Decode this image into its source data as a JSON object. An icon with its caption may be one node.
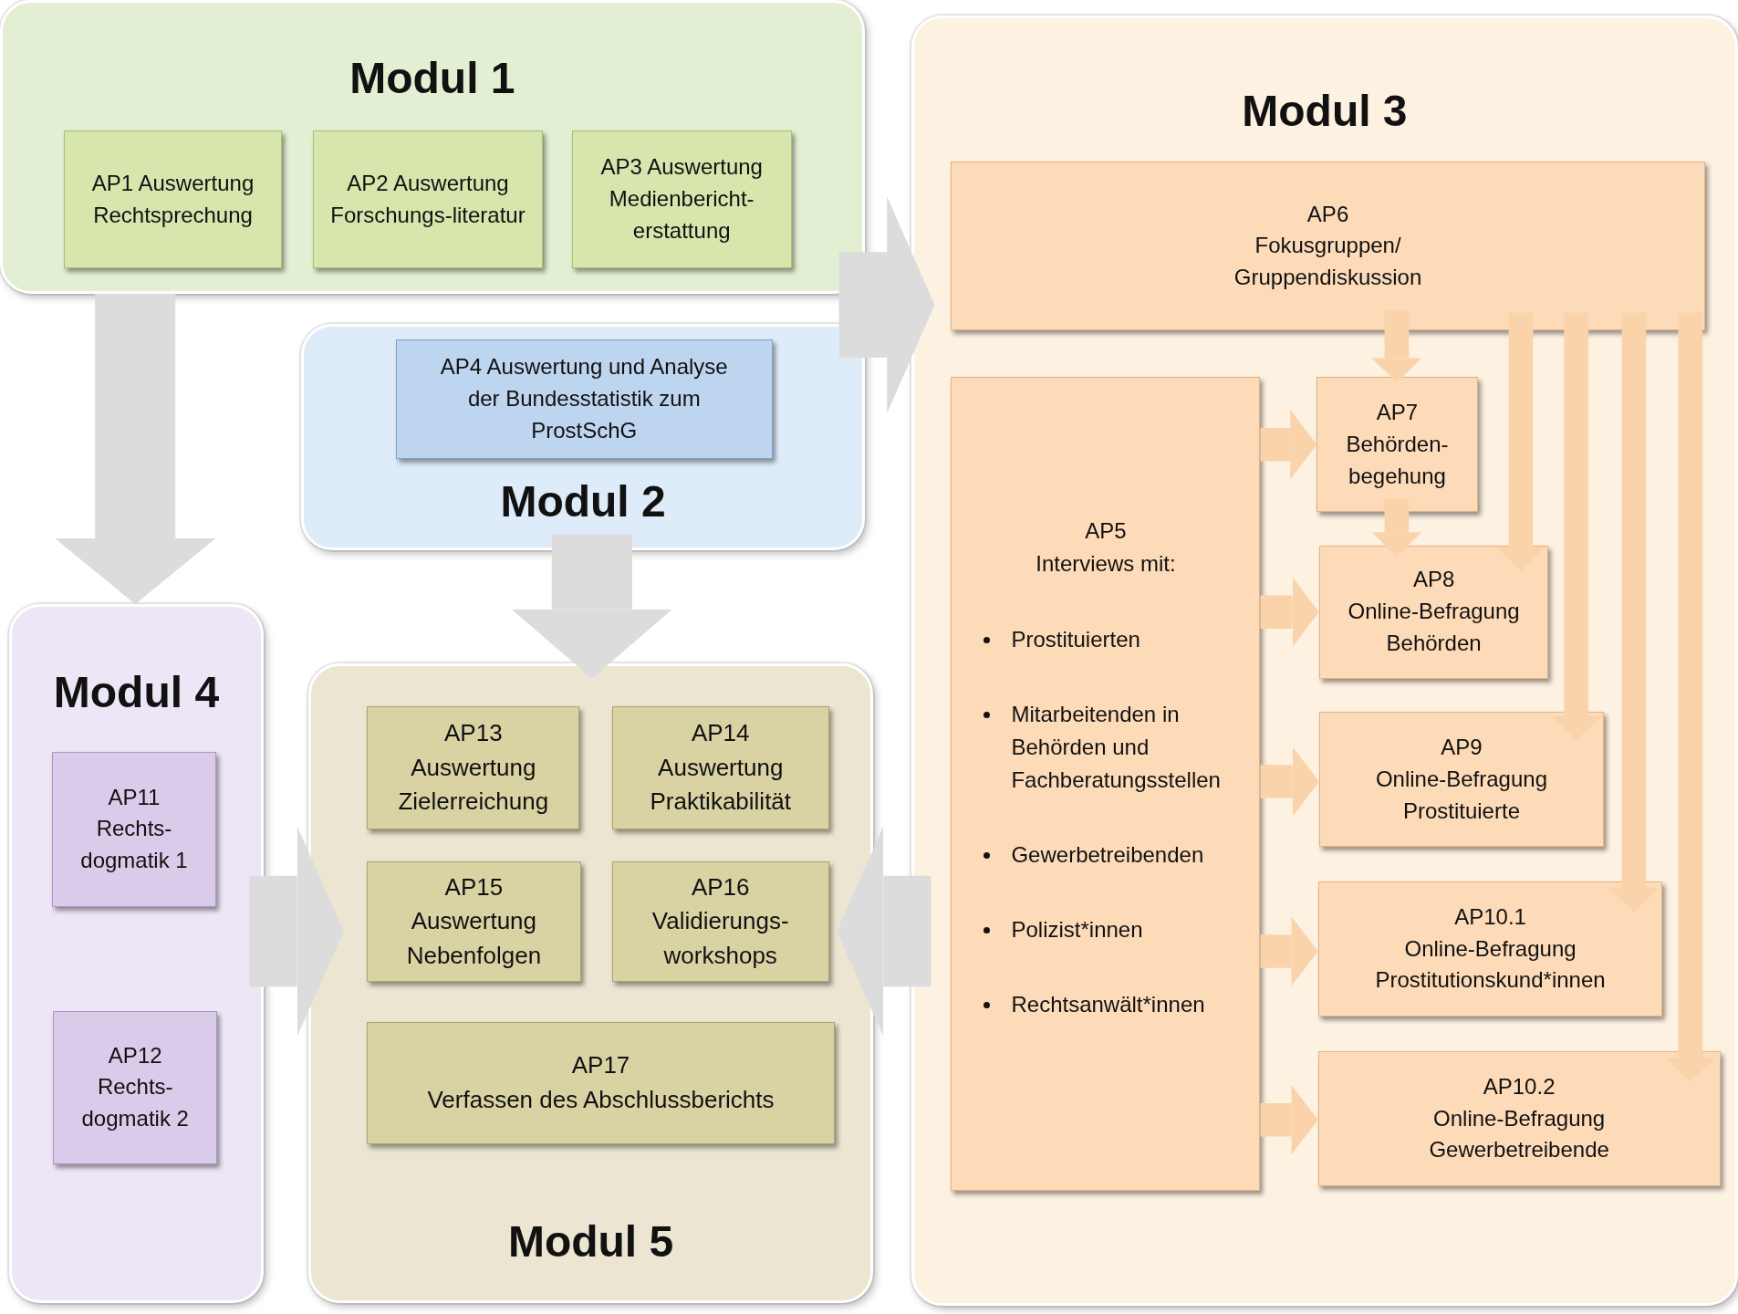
{
  "diagram": {
    "nodes": [
      {
        "text": [
          "Modul 1"
        ]
      },
      {
        "text": [
          "AP1 Auswertung Rechtsprechung"
        ],
        "in": 0
      },
      {
        "text": [
          "AP2 Auswertung Forschungs-literatur"
        ],
        "in": 0
      },
      {
        "text": [
          "AP3 Auswertung Medienbericht-erstattung"
        ],
        "in": 0
      },
      {
        "text": [
          "Modul 2"
        ]
      },
      {
        "text": [
          "AP4 Auswertung und Analyse der Bundesstatistik zum ProstSchG"
        ],
        "in": 4
      },
      {
        "text": [
          "Modul 3"
        ]
      },
      {
        "text": [
          "AP6",
          "Fokusgruppen/ Gruppendiskussion"
        ],
        "in": 6
      },
      {
        "text": [
          "AP5",
          "Interviews mit:",
          "Prostituierten",
          "Mitarbeitenden in Behörden und Fachberatungsstellen",
          "Gewerbetreibenden",
          "Polizist*innen",
          "Rechtsanwält*innen"
        ],
        "in": 6
      },
      {
        "text": [
          "AP7",
          "Behörden-begehung"
        ],
        "in": 6
      },
      {
        "text": [
          "AP8",
          "Online-Befragung Behörden"
        ],
        "in": 6
      },
      {
        "text": [
          "AP9",
          "Online-Befragung Prostituierte"
        ],
        "in": 6
      },
      {
        "text": [
          "AP10.1",
          "Online-Befragung Prostitutionskund*innen"
        ],
        "in": 6
      },
      {
        "text": [
          "AP10.2",
          "Online-Befragung Gewerbetreibende"
        ],
        "in": 6
      },
      {
        "text": [
          "Modul 4"
        ]
      },
      {
        "text": [
          "AP11",
          "Rechts-dogmatik 1"
        ],
        "in": 14
      },
      {
        "text": [
          "AP12",
          "Rechts-dogmatik 2"
        ],
        "in": 14
      },
      {
        "text": [
          "Modul 5"
        ]
      },
      {
        "text": [
          "AP13",
          "Auswertung Zielerreichung"
        ],
        "in": 17
      },
      {
        "text": [
          "AP14",
          "Auswertung Praktikabilität"
        ],
        "in": 17
      },
      {
        "text": [
          "AP15",
          "Auswertung Nebenfolgen"
        ],
        "in": 17
      },
      {
        "text": [
          "AP16",
          "Validierungs-workshops"
        ],
        "in": 17
      },
      {
        "text": [
          "AP17",
          "Verfassen des Abschlussberichts"
        ],
        "in": 17
      }
    ],
    "edges": [
      {
        "from": 0,
        "to": 14,
        "arrow": "to",
        "style": "thick",
        "color": "#dcdcdc"
      },
      {
        "from": 0,
        "to": 6,
        "arrow": "to",
        "style": "thick",
        "color": "#dcdcdc"
      },
      {
        "from": 4,
        "to": 6,
        "arrow": "to",
        "style": "thick",
        "color": "#dcdcdc"
      },
      {
        "from": 4,
        "to": 17,
        "arrow": "to",
        "style": "thick",
        "color": "#dcdcdc"
      },
      {
        "from": 14,
        "to": 17,
        "arrow": "to",
        "style": "thick",
        "color": "#dcdcdc"
      },
      {
        "from": 6,
        "to": 17,
        "arrow": "to",
        "style": "thick",
        "color": "#dcdcdc"
      },
      {
        "from": 7,
        "to": 9,
        "arrow": "to"
      },
      {
        "from": 9,
        "to": 10,
        "arrow": "to"
      },
      {
        "from": 7,
        "to": 10,
        "arrow": "to"
      },
      {
        "from": 7,
        "to": 11,
        "arrow": "to"
      },
      {
        "from": 7,
        "to": 12,
        "arrow": "to"
      },
      {
        "from": 7,
        "to": 13,
        "arrow": "to"
      },
      {
        "from": 8,
        "to": 9,
        "arrow": "to"
      },
      {
        "from": 8,
        "to": 10,
        "arrow": "to"
      },
      {
        "from": 8,
        "to": 11,
        "arrow": "to"
      },
      {
        "from": 8,
        "to": 12,
        "arrow": "to"
      },
      {
        "from": 8,
        "to": 13,
        "arrow": "to"
      }
    ]
  }
}
